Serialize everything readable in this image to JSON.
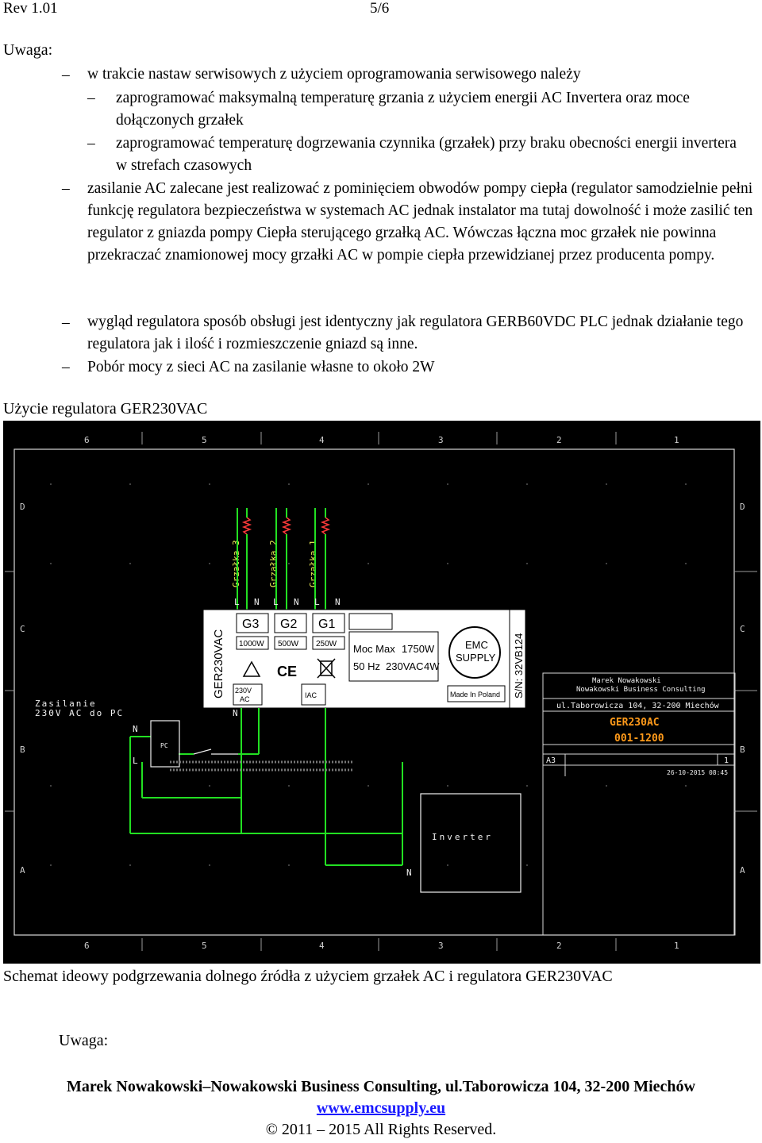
{
  "header": {
    "rev": "Rev 1.01",
    "page": "5/6"
  },
  "note1": {
    "title": "Uwaga:",
    "items": [
      "w trakcie nastaw serwisowych z użyciem oprogramowania serwisowego należy",
      "zaprogramować maksymalną temperaturę grzania z użyciem energii AC Invertera oraz moce dołączonych grzałek",
      "zaprogramować temperaturę dogrzewania czynnika (grzałek) przy braku obecności energii invertera w strefach czasowych",
      "zasilanie AC zalecane jest realizować z pominięciem obwodów pompy ciepła (regulator samodzielnie pełni funkcję regulatora bezpieczeństwa w systemach AC jednak instalator ma tutaj dowolność i może zasilić ten regulator z gniazda pompy Ciepła sterującego grzałką AC. Wówczas łączna moc grzałek nie powinna przekraczać znamionowej mocy grzałki AC w pompie ciepła przewidzianej przez producenta pompy.",
      "wygląd regulatora sposób obsługi jest identyczny jak regulatora GERB60VDC PLC jednak działanie tego regulatora jak i ilość i rozmieszczenie gniazd są inne.",
      "Pobór mocy z sieci AC na zasilanie własne to około 2W"
    ],
    "dash": "–"
  },
  "section_title": "Użycie regulatora GER230VAC",
  "schematic": {
    "col_numbers": [
      "6",
      "5",
      "4",
      "3",
      "2",
      "1"
    ],
    "row_letters": [
      "D",
      "C",
      "B",
      "A"
    ],
    "heaters": [
      "Grzałka 3",
      "Grzałka 2",
      "Grzałka 1"
    ],
    "terminal_labels": [
      "L",
      "N",
      "L",
      "N",
      "L",
      "N"
    ],
    "device": {
      "side_label": "GER230VAC",
      "outputs": [
        "G3",
        "G2",
        "G1"
      ],
      "powers": [
        "1000W",
        "500W",
        "250W"
      ],
      "moc_label": "Moc Max",
      "moc_value": "1750W",
      "freq_label": "50 Hz",
      "freq_value": "230VAC",
      "freq_power": "4W",
      "brand_top": "EMC",
      "brand_bottom": "SUPPLY",
      "made_in": "Made In Poland",
      "serial": "S/N: 32VB124",
      "supply_label_1": "230V",
      "supply_label_2": "AC",
      "iac_label": "IAC"
    },
    "supply_label_1": "Zasilanie",
    "supply_label_2": "230V AC do PC",
    "pc_box": "PC",
    "supply_N": "N",
    "supply_L": "L",
    "device_N": "N",
    "inverter_label": "Inverter",
    "inverter_N": "N",
    "title_block": {
      "author": "Marek Nowakowski",
      "company": "Nowakowski Business Consulting",
      "address": "ul.Taborowicza 104, 32-200 Miechów",
      "drawing": "GER230AC",
      "number": "001-1200",
      "sheet": "1",
      "size": "A3",
      "date": "26-10-2015 08:45"
    }
  },
  "caption": "Schemat ideowy podgrzewania dolnego źródła z użyciem grzałek AC i regulatora GER230VAC",
  "note2_title": "Uwaga:",
  "footer": {
    "address": "Marek Nowakowski–Nowakowski Business Consulting, ul.Taborowicza 104, 32-200 Miechów",
    "url": "www.emcsupply.eu",
    "copyright": "© 2011 – 2015 All Rights Reserved."
  }
}
